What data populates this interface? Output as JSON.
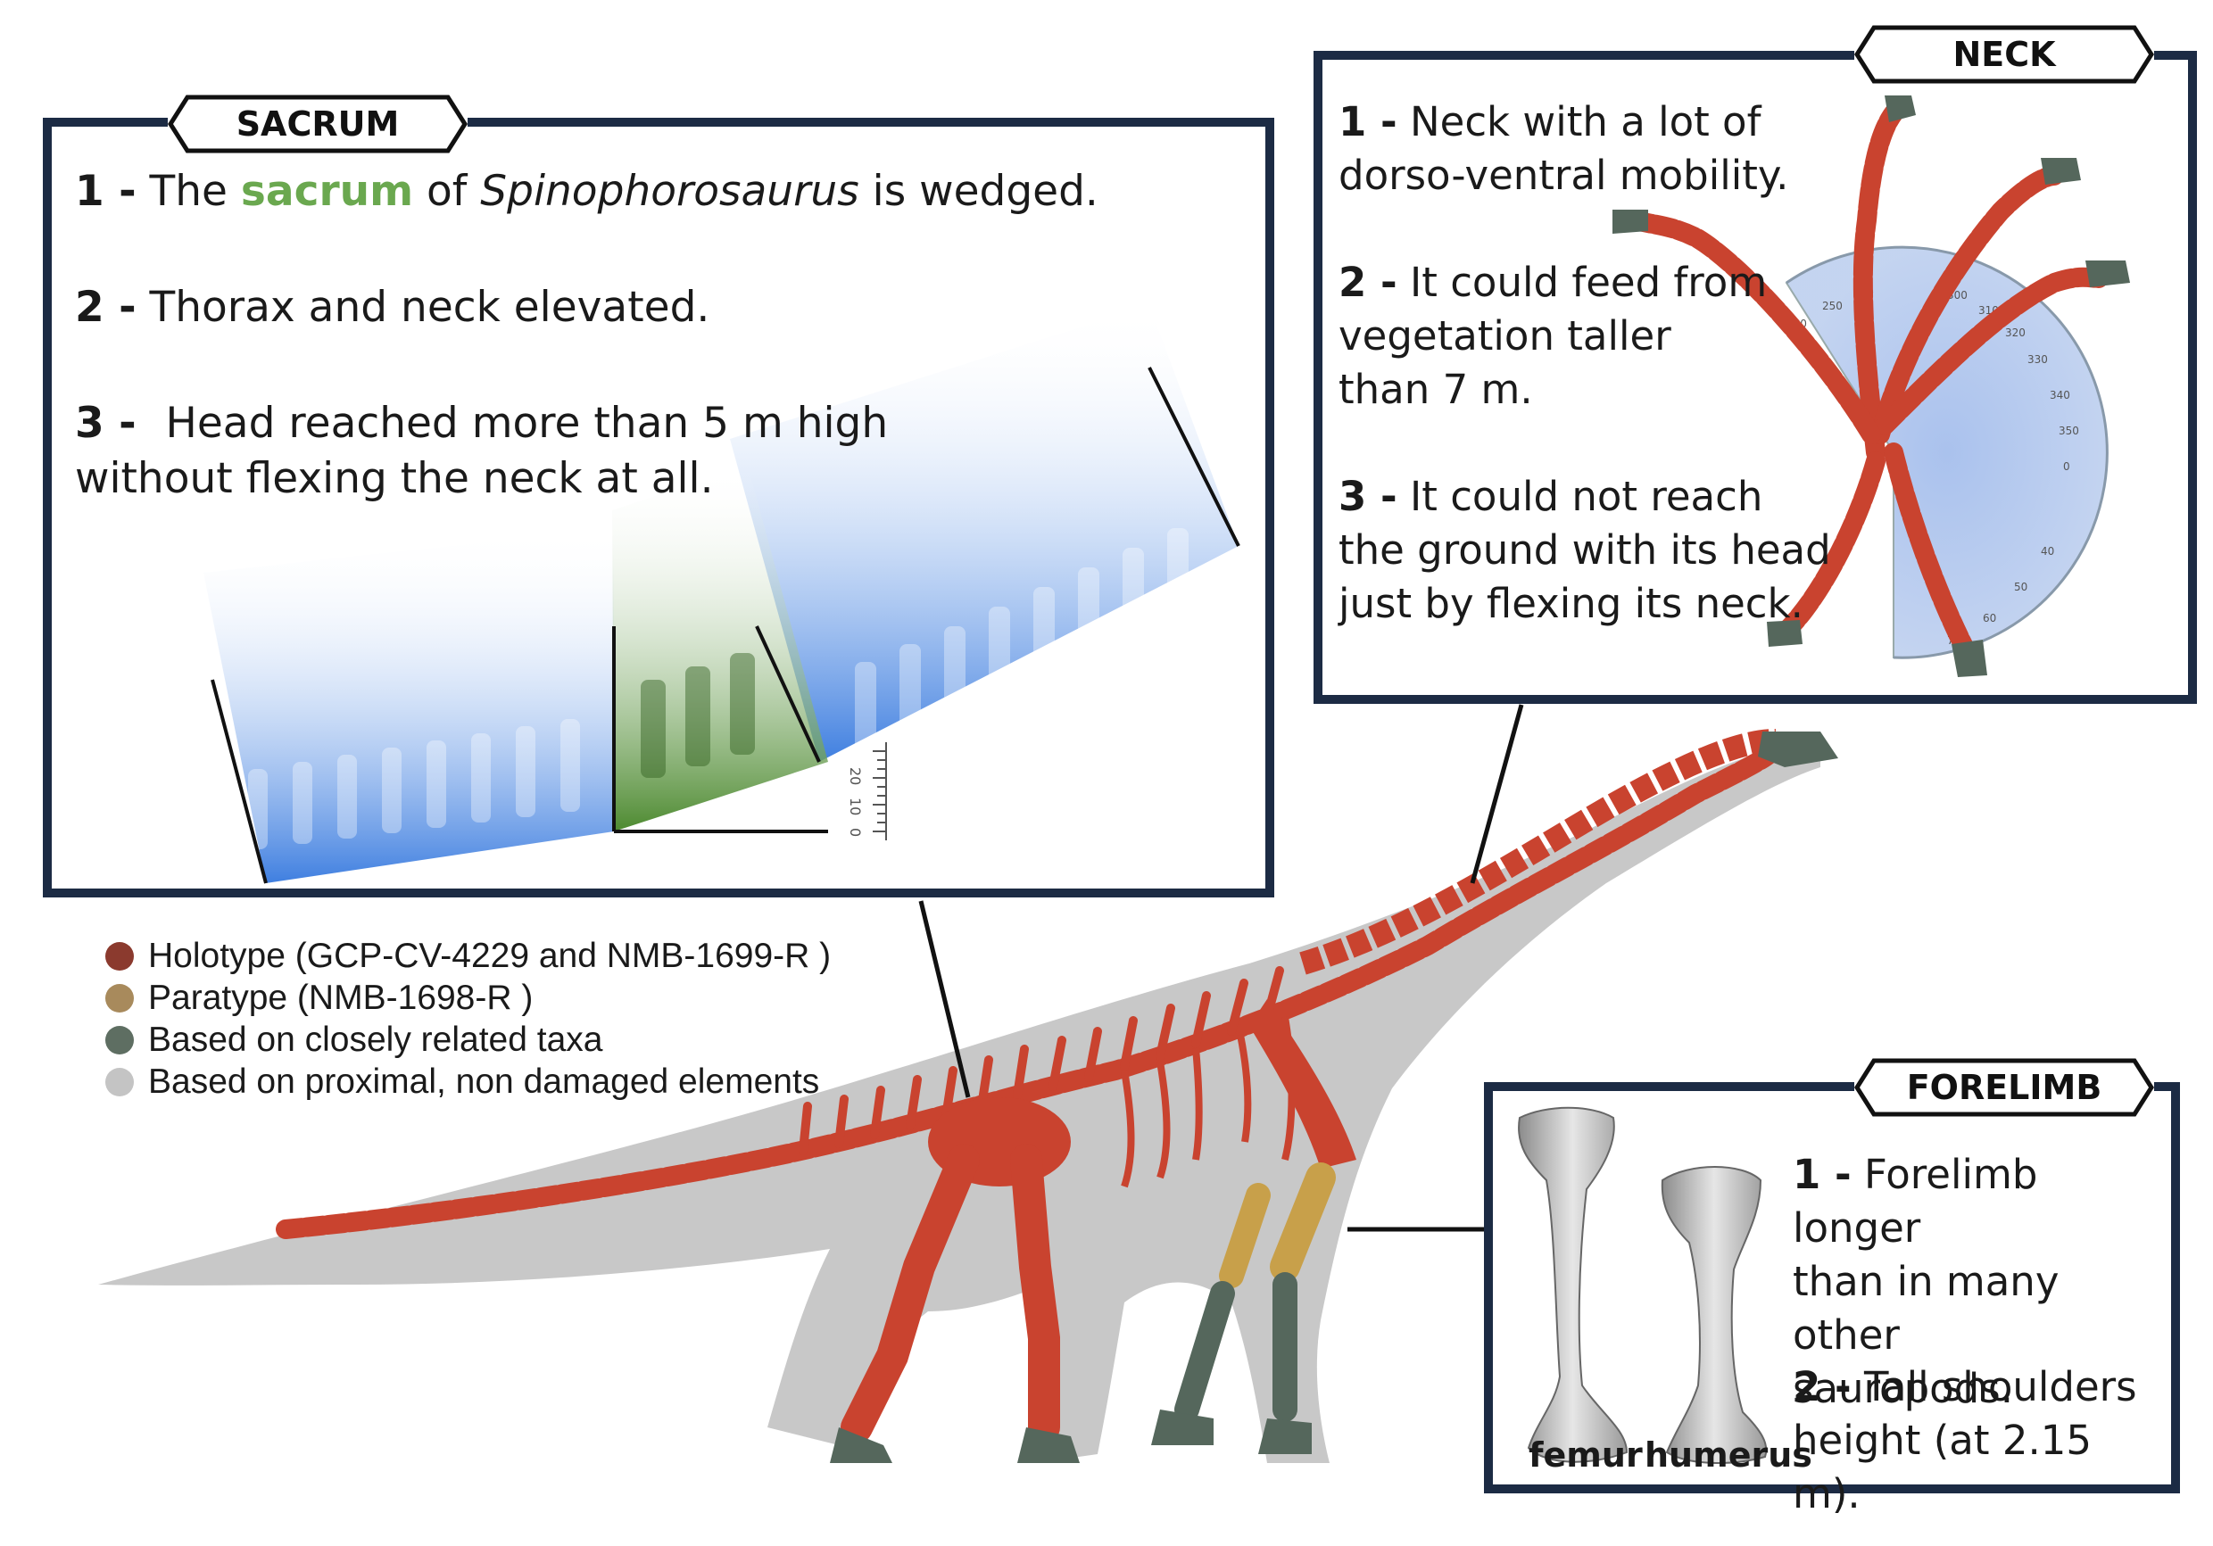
{
  "sacrum": {
    "tab": "SACRUM",
    "p1_num": "1 -",
    "p1_a": "The",
    "p1_highlight": "sacrum",
    "p1_b": "of",
    "p1_genus": "Spinophorosaurus",
    "p1_c": "is wedged.",
    "p2_num": "2 -",
    "p2": "Thorax and neck elevated.",
    "p3_num": "3 -",
    "p3_line1": "Head reached more than 5 m high",
    "p3_line2": "without flexing the neck at all.",
    "scale_ticks": [
      "20",
      "10",
      "0"
    ]
  },
  "neck": {
    "tab": "NECK",
    "p1_num": "1 -",
    "p1_line1": "Neck with a lot of",
    "p1_line2": "dorso-ventral mobility.",
    "p2_num": "2 -",
    "p2_line1": "It could feed from",
    "p2_line2": "vegetation taller",
    "p2_line3": "than 7 m.",
    "p3_num": "3 -",
    "p3_line1": "It could not reach",
    "p3_line2": "the ground with its head",
    "p3_line3": "just by flexing its neck.",
    "protractor_ticks": [
      "240",
      "250",
      "260",
      "300",
      "310",
      "320",
      "330",
      "340",
      "350",
      "0",
      "40",
      "50",
      "60",
      "70"
    ]
  },
  "forelimb": {
    "tab": "FORELIMB",
    "femur": "femur",
    "humerus": "humerus",
    "p1_num": "1 -",
    "p1_line1": "Forelimb longer",
    "p1_line2": "than in many other",
    "p1_line3": "sauropods.",
    "p2_num": "2 -",
    "p2_line1": "Tall shoulders",
    "p2_line2": "height (at 2.15 m)."
  },
  "legend": [
    {
      "label": "Holotype (GCP-CV-4229 and NMB-1699-R )",
      "color": "#8b3a2e"
    },
    {
      "label": "Paratype (NMB-1698-R )",
      "color": "#a88a5c"
    },
    {
      "label": "Based on closely related taxa",
      "color": "#5e6e62"
    },
    {
      "label": "Based on proximal, non damaged elements",
      "color": "#c4c4c4"
    }
  ],
  "colors": {
    "frame": "#1c2b44",
    "bone_red": "#c9432f",
    "bone_gold": "#c8a04a",
    "bone_grey_green": "#55675c",
    "silhouette": "#c8c8c8",
    "sacrum_green": "#6aa84f",
    "blue_band": "#3f7fe0"
  }
}
